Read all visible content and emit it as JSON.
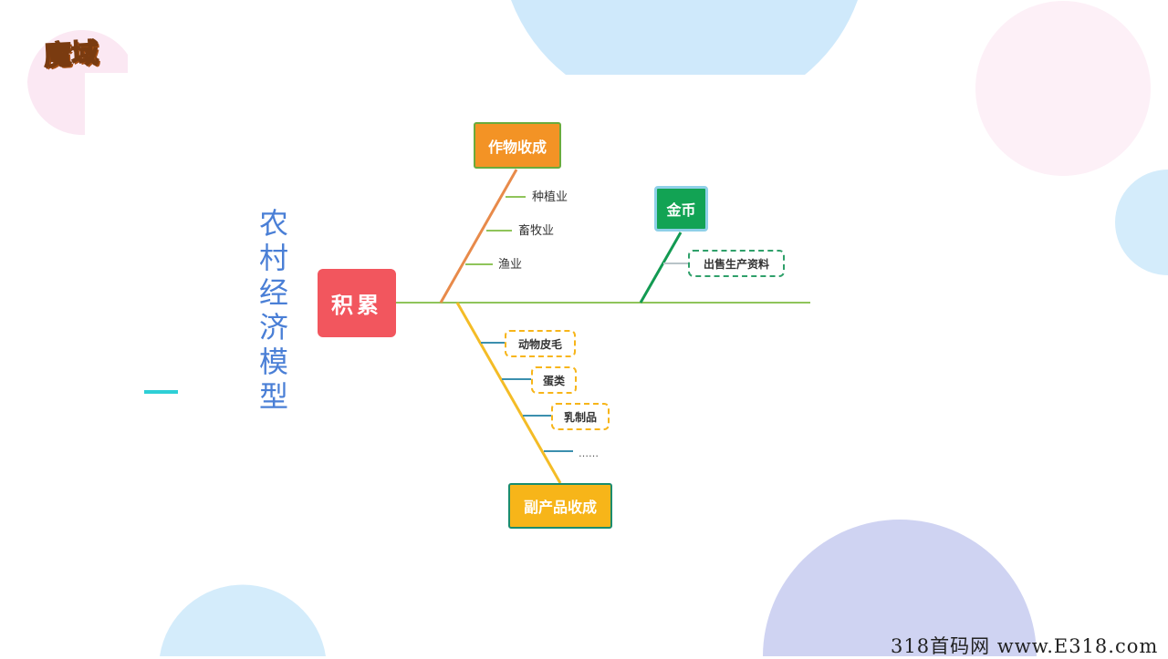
{
  "logo": {
    "text": "魔域"
  },
  "title_vertical": "农村经济模型",
  "watermark": "318首码网 www.E318.com",
  "diagram": {
    "root": {
      "label": "积累",
      "color": "#f2565e"
    },
    "top_branch": {
      "label": "作物收成",
      "color": "#f39325",
      "border": "#6aab3c",
      "line_color": "#e88a4a",
      "items": [
        "种植业",
        "畜牧业",
        "渔业"
      ]
    },
    "right_branch": {
      "label": "金币",
      "color": "#12a354",
      "border": "#8fd0e8",
      "line_color": "#129a52",
      "items": [
        "出售生产资料"
      ]
    },
    "bottom_branch": {
      "label": "副产品收成",
      "color": "#f7b519",
      "border": "#1a8c6e",
      "line_color": "#f4bc26",
      "items": [
        "动物皮毛",
        "蛋类",
        "乳制品",
        "……"
      ]
    },
    "spine_color": "#8fc45a",
    "sub_line_green": "#8fc45a",
    "sub_line_teal": "#3b8fae"
  }
}
